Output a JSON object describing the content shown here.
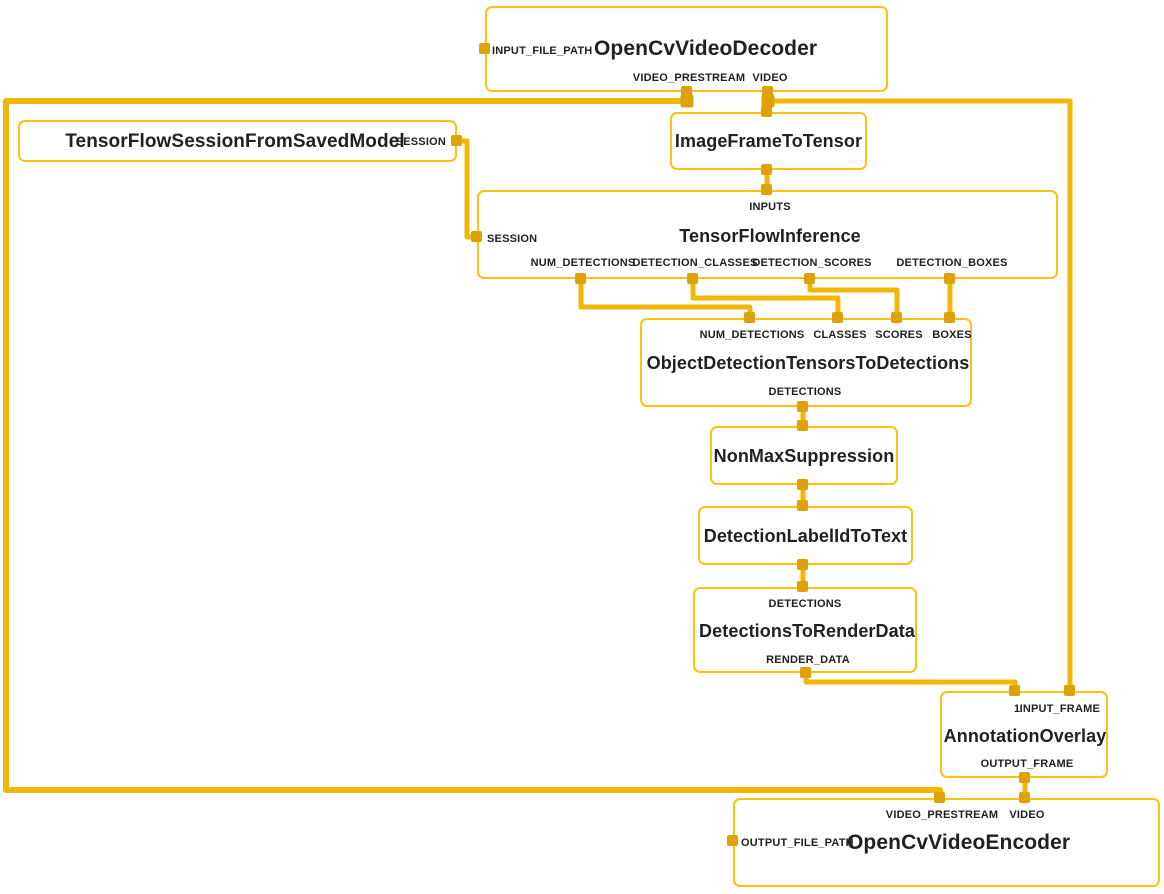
{
  "colors": {
    "node_border": "#FFC10E",
    "wire": "#F2B705",
    "port": "#DFA206",
    "text": "#202124",
    "background": "#FFFFFF"
  },
  "nodes": {
    "open_cv_video_decoder": {
      "title": "OpenCvVideoDecoder",
      "ports": {
        "input_file_path": "INPUT_FILE_PATH",
        "video_prestream": "VIDEO_PRESTREAM",
        "video": "VIDEO"
      }
    },
    "tensorflow_session_from_saved_model": {
      "title": "TensorFlowSessionFromSavedModel",
      "ports": {
        "session": "SESSION"
      }
    },
    "image_frame_to_tensor": {
      "title": "ImageFrameToTensor"
    },
    "tensorflow_inference": {
      "title": "TensorFlowInference",
      "ports": {
        "inputs": "INPUTS",
        "session": "SESSION",
        "num_detections": "NUM_DETECTIONS",
        "detection_classes": "DETECTION_CLASSES",
        "detection_scores": "DETECTION_SCORES",
        "detection_boxes": "DETECTION_BOXES"
      }
    },
    "object_detection_tensors_to_detections": {
      "title": "ObjectDetectionTensorsToDetections",
      "ports": {
        "num_detections": "NUM_DETECTIONS",
        "classes": "CLASSES",
        "scores": "SCORES",
        "boxes": "BOXES",
        "detections": "DETECTIONS"
      }
    },
    "non_max_suppression": {
      "title": "NonMaxSuppression"
    },
    "detection_label_id_to_text": {
      "title": "DetectionLabelIdToText"
    },
    "detections_to_render_data": {
      "title": "DetectionsToRenderData",
      "ports": {
        "detections": "DETECTIONS",
        "render_data": "RENDER_DATA"
      }
    },
    "annotation_overlay": {
      "title": "AnnotationOverlay",
      "ports": {
        "input_1": "1",
        "input_frame": "INPUT_FRAME",
        "output_frame": "OUTPUT_FRAME"
      }
    },
    "open_cv_video_encoder": {
      "title": "OpenCvVideoEncoder",
      "ports": {
        "output_file_path": "OUTPUT_FILE_PATH",
        "video_prestream": "VIDEO_PRESTREAM",
        "video": "VIDEO"
      }
    }
  },
  "edges": [
    {
      "from": "OpenCvVideoDecoder",
      "output": "VIDEO_PRESTREAM",
      "to": "OpenCvVideoEncoder",
      "input": "VIDEO_PRESTREAM"
    },
    {
      "from": "OpenCvVideoDecoder",
      "output": "VIDEO",
      "to": "ImageFrameToTensor",
      "input": ""
    },
    {
      "from": "OpenCvVideoDecoder",
      "output": "VIDEO",
      "to": "AnnotationOverlay",
      "input": "INPUT_FRAME"
    },
    {
      "from": "TensorFlowSessionFromSavedModel",
      "output": "SESSION",
      "to": "TensorFlowInference",
      "input": "SESSION"
    },
    {
      "from": "ImageFrameToTensor",
      "output": "",
      "to": "TensorFlowInference",
      "input": "INPUTS"
    },
    {
      "from": "TensorFlowInference",
      "output": "NUM_DETECTIONS",
      "to": "ObjectDetectionTensorsToDetections",
      "input": "NUM_DETECTIONS"
    },
    {
      "from": "TensorFlowInference",
      "output": "DETECTION_CLASSES",
      "to": "ObjectDetectionTensorsToDetections",
      "input": "CLASSES"
    },
    {
      "from": "TensorFlowInference",
      "output": "DETECTION_SCORES",
      "to": "ObjectDetectionTensorsToDetections",
      "input": "SCORES"
    },
    {
      "from": "TensorFlowInference",
      "output": "DETECTION_BOXES",
      "to": "ObjectDetectionTensorsToDetections",
      "input": "BOXES"
    },
    {
      "from": "ObjectDetectionTensorsToDetections",
      "output": "DETECTIONS",
      "to": "NonMaxSuppression",
      "input": ""
    },
    {
      "from": "NonMaxSuppression",
      "output": "",
      "to": "DetectionLabelIdToText",
      "input": ""
    },
    {
      "from": "DetectionLabelIdToText",
      "output": "",
      "to": "DetectionsToRenderData",
      "input": "DETECTIONS"
    },
    {
      "from": "DetectionsToRenderData",
      "output": "RENDER_DATA",
      "to": "AnnotationOverlay",
      "input": "1"
    },
    {
      "from": "AnnotationOverlay",
      "output": "OUTPUT_FRAME",
      "to": "OpenCvVideoEncoder",
      "input": "VIDEO"
    }
  ]
}
